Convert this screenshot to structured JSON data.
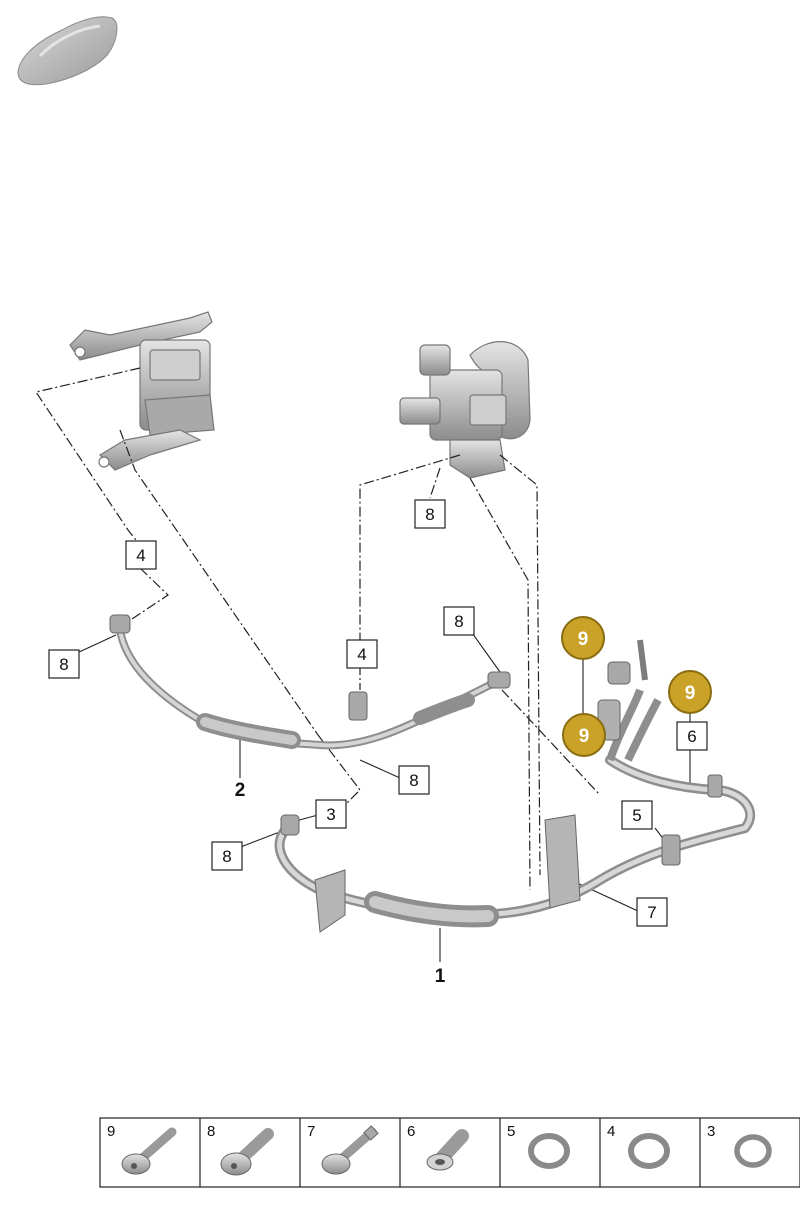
{
  "callouts": {
    "main_1": "1",
    "main_2": "2",
    "c4a": "4",
    "c4b": "4",
    "c8a": "8",
    "c8b": "8",
    "c8c": "8",
    "c8d": "8",
    "c8e": "8",
    "c3": "3",
    "c5": "5",
    "c6": "6",
    "c7": "7"
  },
  "badges": {
    "b1": "9",
    "b2": "9",
    "b3": "9"
  },
  "parts_table": [
    "9",
    "8",
    "7",
    "6",
    "5",
    "4",
    "3"
  ],
  "colors": {
    "badge_fill": "#c9a227",
    "badge_stroke": "#8a6d10",
    "part_gray": "#b9b9b9"
  }
}
